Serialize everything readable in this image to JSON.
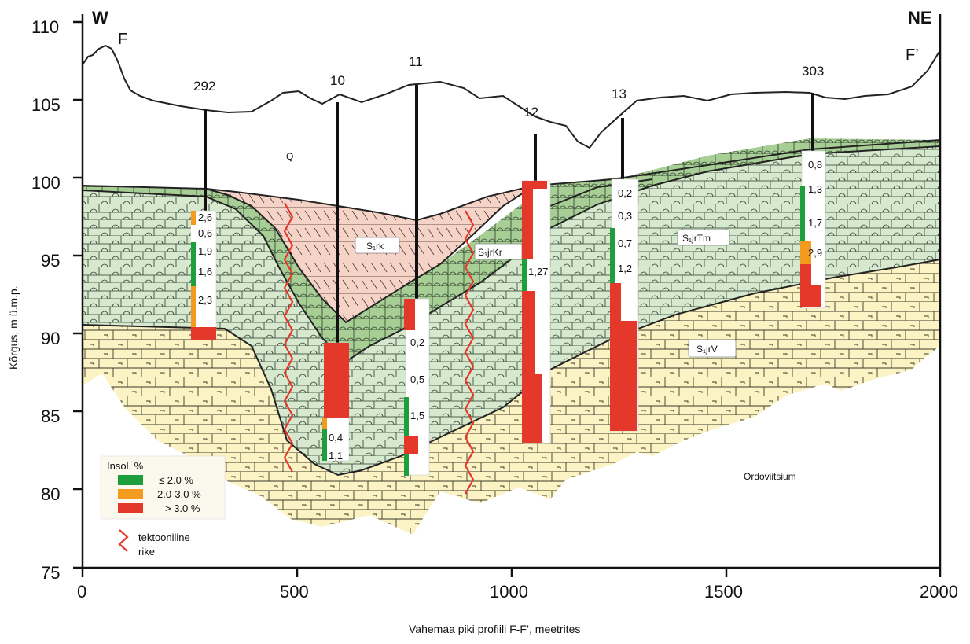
{
  "figure": {
    "direction_left": "W",
    "direction_right": "NE",
    "profile_start": "F",
    "profile_end": "F’",
    "y_axis_title": "Kõrgus, m ü.m.p.",
    "x_axis_title": "Vahemaa piki profiili F-F’, meetrites",
    "x_ticks": [
      "0",
      "500",
      "1000",
      "1500",
      "2000"
    ],
    "y_ticks": [
      "75",
      "80",
      "85",
      "90",
      "95",
      "100",
      "105",
      "110"
    ]
  },
  "units": {
    "quaternary": "Q",
    "rk": "S₁rk",
    "jrKr": "S₁jrKr",
    "jrTm": "S₁jrTm",
    "jrV": "S₁jrV",
    "ordovician": "Ordoviitsium"
  },
  "boreholes": [
    {
      "id": "292",
      "values": [
        "2,6",
        "0,6",
        "1,9",
        "1,6",
        "2,3"
      ]
    },
    {
      "id": "10",
      "values": [
        "0,4",
        "1,1"
      ]
    },
    {
      "id": "11",
      "values": [
        "0,2",
        "0,5",
        "1,5"
      ]
    },
    {
      "id": "12",
      "values": [
        "1,27"
      ]
    },
    {
      "id": "13",
      "values": [
        "0,2",
        "0,3",
        "0,7",
        "1,2"
      ]
    },
    {
      "id": "303",
      "values": [
        "0,8",
        "1,3",
        "1,7",
        "2,9"
      ]
    }
  ],
  "legend": {
    "title": "Insol. %",
    "items": [
      {
        "label": "≤ 2.0 %",
        "color": "#1e9f3e"
      },
      {
        "label": "2.0-3.0 %",
        "color": "#f39b1f"
      },
      {
        "label": "> 3.0 %",
        "color": "#e4382a"
      }
    ],
    "fault_label_1": "tektooniline",
    "fault_label_2": "rike",
    "fault_color": "#e4382a"
  }
}
